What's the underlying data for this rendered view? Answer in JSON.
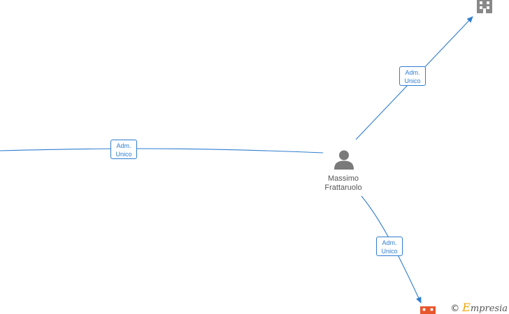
{
  "person": {
    "name_line1": "Massimo",
    "name_line2": "Frattaruolo",
    "icon": "person-icon"
  },
  "relations": [
    {
      "line1": "Adm.",
      "line2": "Unico",
      "target": "left-offscreen-company"
    },
    {
      "line1": "Adm.",
      "line2": "Unico",
      "target": "top-right-company"
    },
    {
      "line1": "Adm.",
      "line2": "Unico",
      "target": "bottom-company"
    }
  ],
  "companies": [
    {
      "icon": "building-icon",
      "color": "#888888"
    },
    {
      "icon": "building-icon",
      "color": "#e8552b"
    }
  ],
  "footer": {
    "copyright": "©",
    "brand_initial": "E",
    "brand_rest": "mpresia"
  },
  "colors": {
    "edge": "#2f7dd1",
    "person": "#7a7a7a"
  }
}
